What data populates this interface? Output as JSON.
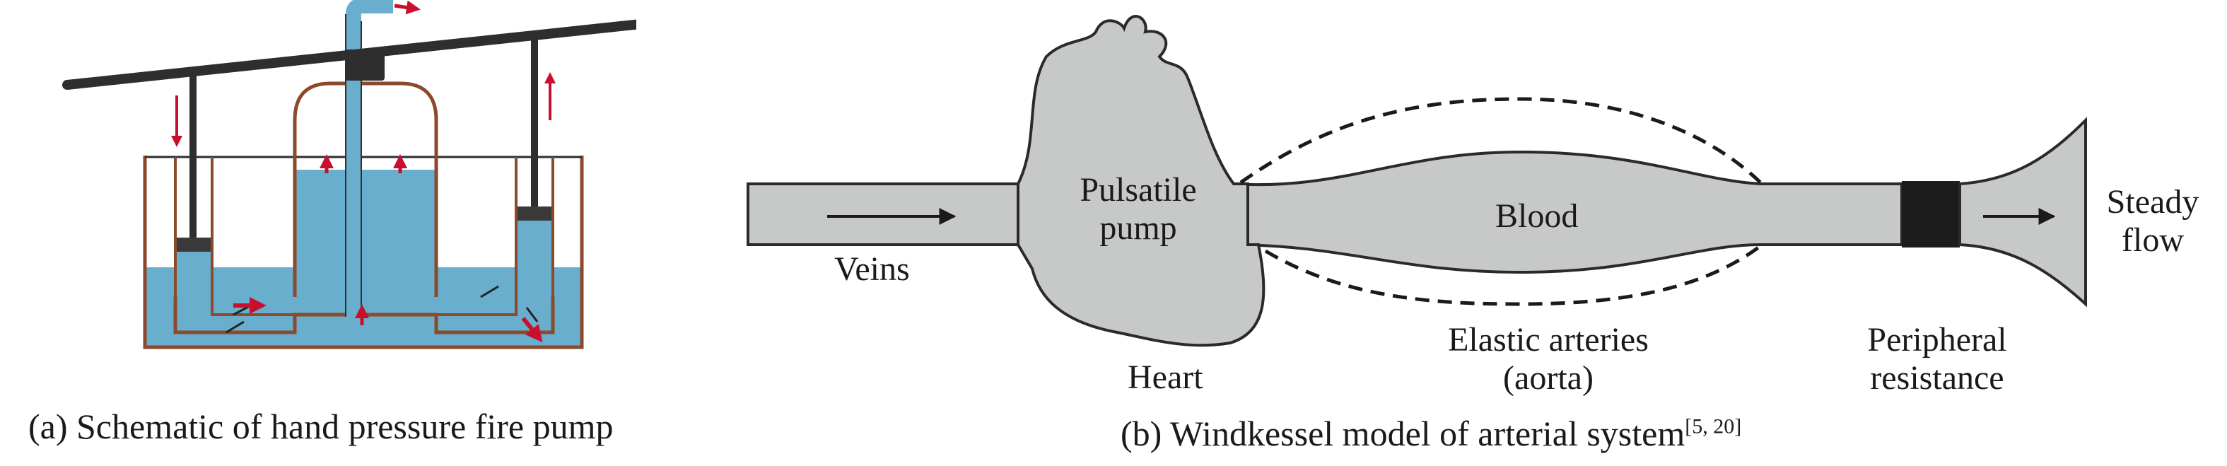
{
  "panel_a": {
    "caption": "(a) Schematic of hand pressure fire pump"
  },
  "panel_b": {
    "caption": "(b) Windkessel model of arterial system",
    "caption_ref": "[5, 20]",
    "labels": {
      "veins": "Veins",
      "pump_line1": "Pulsatile",
      "pump_line2": "pump",
      "heart": "Heart",
      "blood": "Blood",
      "arteries_line1": "Elastic arteries",
      "arteries_line2": "(aorta)",
      "resistance_line1": "Peripheral",
      "resistance_line2": "resistance",
      "flow_line1": "Steady",
      "flow_line2": "flow"
    }
  },
  "colors": {
    "water": "#6aaecd",
    "pipe": "#8b4a2b",
    "rod": "#2e2e2e",
    "arrow_red": "#c8102e",
    "vessel_gray": "#c7c8c8",
    "resistor": "#1c1c1c"
  }
}
